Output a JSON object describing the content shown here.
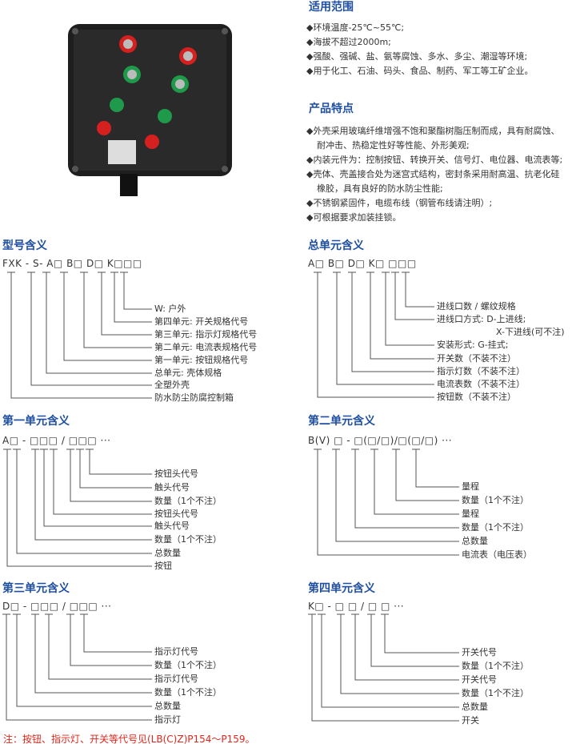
{
  "scope": {
    "title": "适用范围",
    "items": [
      "◆环境温度-25℃~55℃;",
      "◆海拔不超过2000m;",
      "◆强酸、强碱、盐、氨等腐蚀、多水、多尘、潮湿等环境;",
      "◆用于化工、石油、码头、食品、制药、军工等工矿企业。"
    ]
  },
  "features": {
    "title": "产品特点",
    "items": [
      "◆外壳采用玻璃纤维增强不饱和聚酯树脂压制而成，具有耐腐蚀、",
      "耐冲击、热稳定性好等性能、外形美观;",
      "◆内装元件为：控制按钮、转换开关、信号灯、电位器、电流表等;",
      "◆壳体、壳盖接合处为迷宫式结构，密封条采用耐高温、抗老化硅",
      "橡胶，具有良好的防水防尘性能;",
      "◆不锈钢紧固件，电缆布线（钢管布线请注明）;",
      "◆可根据要求加装挂锁。"
    ]
  },
  "model": {
    "title": "型号含义",
    "code": "FXK - S- A□ B□ D□ K□□□",
    "labels": [
      "W:  户外",
      "第四单元:  开关规格代号",
      "第三单元:  指示灯规格代号",
      "第二单元:  电流表规格代号",
      "第一单元:  按钮规格代号",
      "总单元:  壳体规格",
      "全塑外壳",
      "防水防尘防腐控制箱"
    ]
  },
  "total_unit": {
    "title": "总单元含义",
    "code": "A□ B□ D□ K□ □□□",
    "labels": [
      "进线口数 / 螺纹规格",
      "进线口方式:  D-上进线;",
      "X-下进线(可不注)",
      "安装形式:  G-挂式;",
      "开关数（不装不注）",
      "指示灯数（不装不注）",
      "电流表数（不装不注）",
      "按钮数（不装不注）"
    ]
  },
  "unit1": {
    "title": "第一单元含义",
    "code": "A□ - □□□ / □□□  ···",
    "labels": [
      "按钮头代号",
      "触头代号",
      "数量（1个不注）",
      "按钮头代号",
      "触头代号",
      "数量（1个不注）",
      "总数量",
      "按钮"
    ]
  },
  "unit2": {
    "title": "第二单元含义",
    "code": "B(V) □ - □(□/□)/□(□/□)  ···",
    "labels": [
      "量程",
      "数量（1个不注）",
      "量程",
      "数量（1个不注）",
      "总数量",
      "电流表（电压表）"
    ]
  },
  "unit3": {
    "title": "第三单元含义",
    "code": "D□ - □□□ / □□□  ···",
    "labels": [
      "指示灯代号",
      "数量（1个不注）",
      "指示灯代号",
      "数量（1个不注）",
      "总数量",
      "指示灯"
    ]
  },
  "unit4": {
    "title": "第四单元含义",
    "code": "K□ - □ □ / □ □  ···",
    "labels": [
      "开关代号",
      "数量（1个不注）",
      "开关代号",
      "数量（1个不注）",
      "总数量",
      "开关"
    ]
  },
  "note": "注：按钮、指示灯、开关等代号见(LB(C)Z)P154～P159。",
  "colors": {
    "heading": "#1f4fa0",
    "note": "#e0261b",
    "line": "#555555"
  }
}
